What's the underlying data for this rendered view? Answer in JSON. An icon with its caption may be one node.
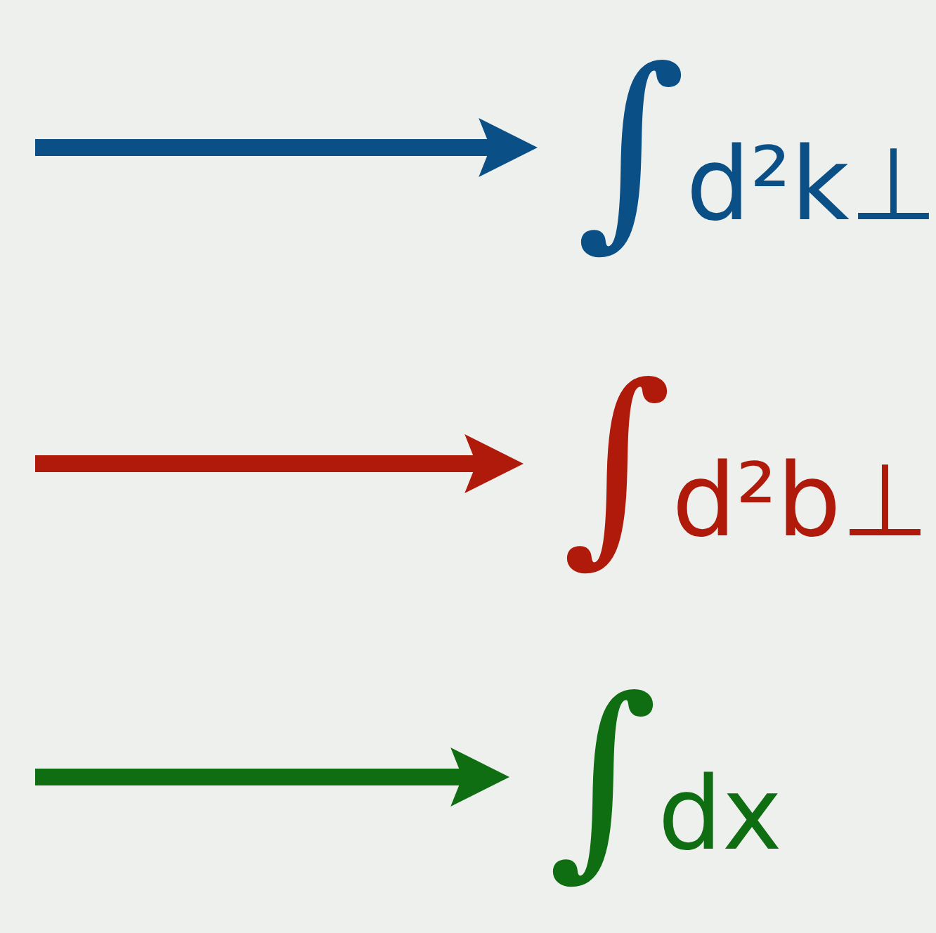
{
  "diagram": {
    "nodes": [
      {
        "text": [
          "∫d²k⊥"
        ]
      },
      {
        "text": [
          "∫d²b⊥"
        ]
      },
      {
        "text": [
          "∫dx"
        ]
      }
    ],
    "edges": [
      {
        "from": null,
        "to": 0,
        "arrow": "to",
        "color": "#0b4f87"
      },
      {
        "from": null,
        "to": 1,
        "arrow": "to",
        "color": "#b01a0a"
      },
      {
        "from": null,
        "to": 2,
        "arrow": "to",
        "color": "#0f6e12"
      }
    ]
  }
}
